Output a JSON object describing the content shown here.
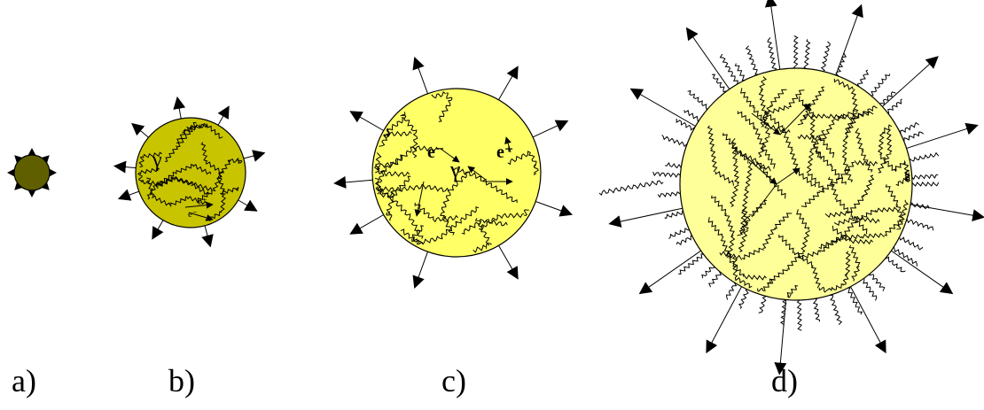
{
  "panels": [
    {
      "label": "a)"
    },
    {
      "label": "b)",
      "gamma": "γ",
      "e_plus": "e⁺",
      "e_minus": "e⁻"
    },
    {
      "label": "c)",
      "gamma": "γ",
      "e_minus": "e⁻",
      "e_plus": "e⁺"
    },
    {
      "label": "d)"
    }
  ],
  "colors": {
    "panel_a_fill": "#5f5f00",
    "panel_b_fill": "#c8c400",
    "panel_c_fill": "#ffff66",
    "panel_d_fill": "#ffff99",
    "stroke": "#000000"
  }
}
